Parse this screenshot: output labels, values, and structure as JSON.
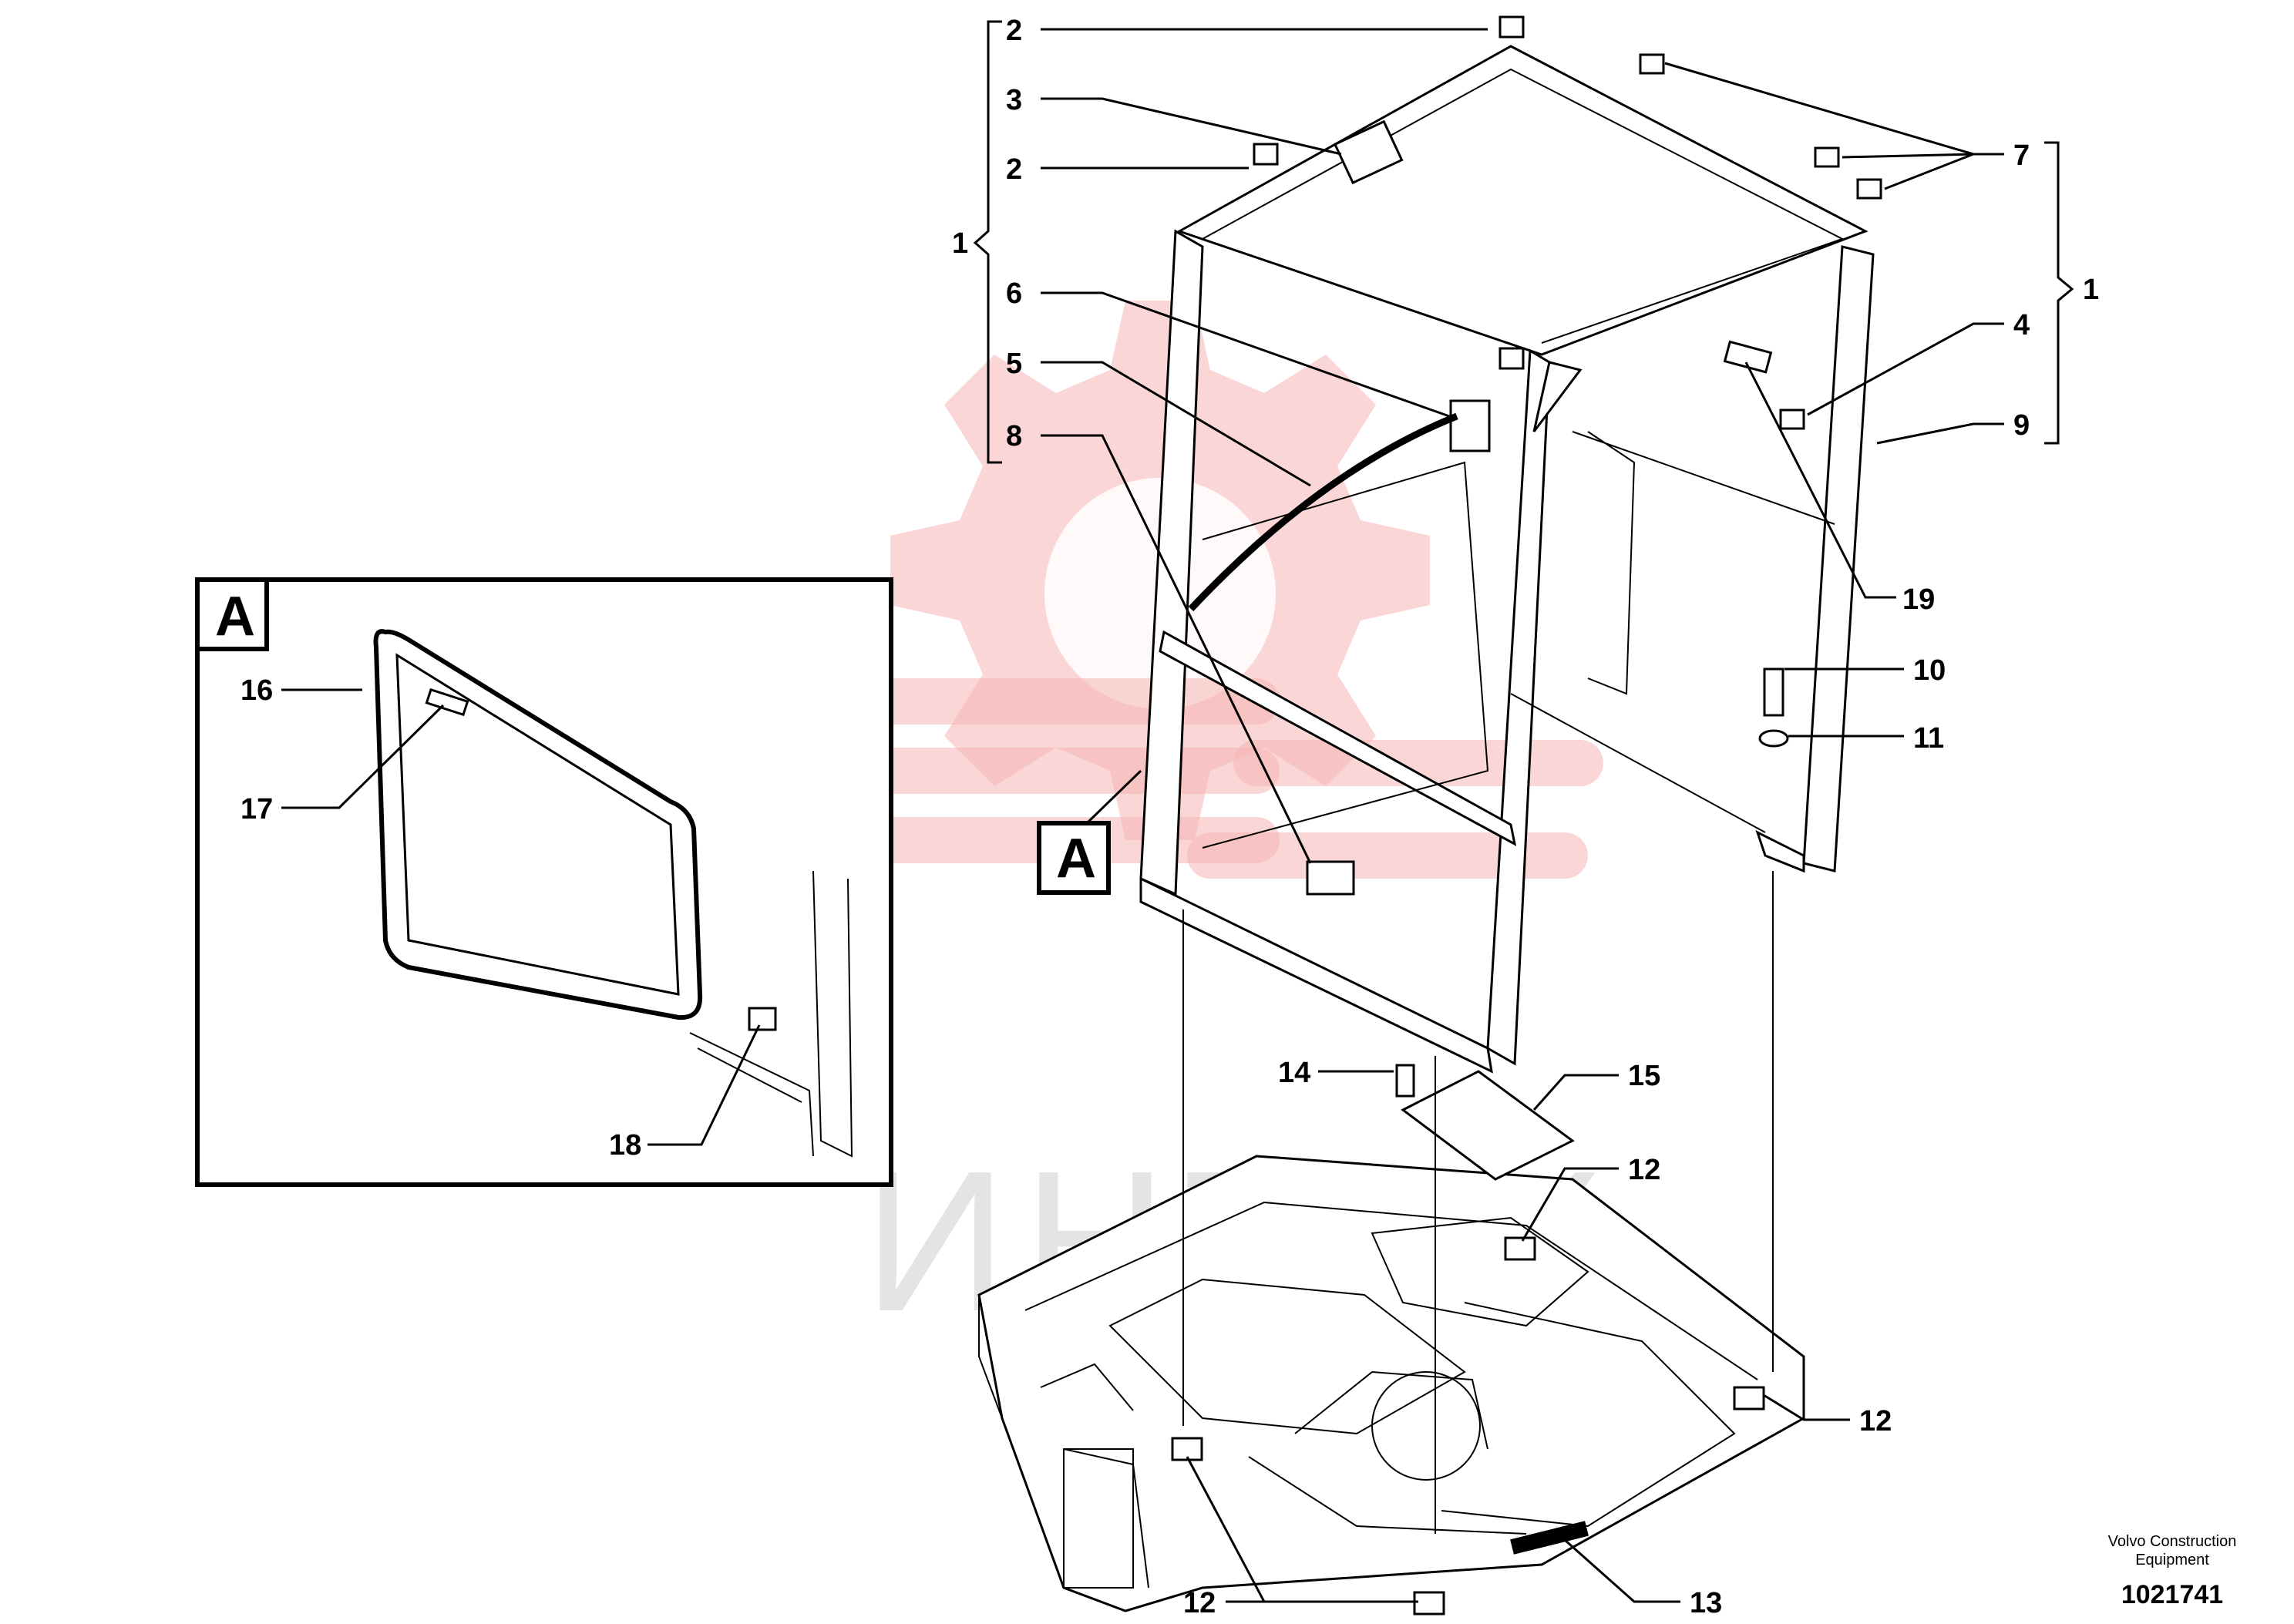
{
  "diagram": {
    "watermark_text": "ИНТЕХ",
    "detail_label": "A",
    "detail_inset_label": "A",
    "callouts": {
      "c1_left": "1",
      "c1_right": "1",
      "c2_top": "2",
      "c2_mid": "2",
      "c3": "3",
      "c4": "4",
      "c5": "5",
      "c6": "6",
      "c7": "7",
      "c8": "8",
      "c9": "9",
      "c10": "10",
      "c11": "11",
      "c12_a": "12",
      "c12_b": "12",
      "c12_c": "12",
      "c13": "13",
      "c14": "14",
      "c15": "15",
      "c16": "16",
      "c17": "17",
      "c18": "18",
      "c19": "19"
    },
    "colors": {
      "line": "#000000",
      "watermark_red": "#f6b4b4",
      "watermark_gray": "#cfcfcf"
    }
  },
  "footer": {
    "maker_line1": "Volvo Construction",
    "maker_line2": "Equipment",
    "drawing_number": "1021741"
  }
}
